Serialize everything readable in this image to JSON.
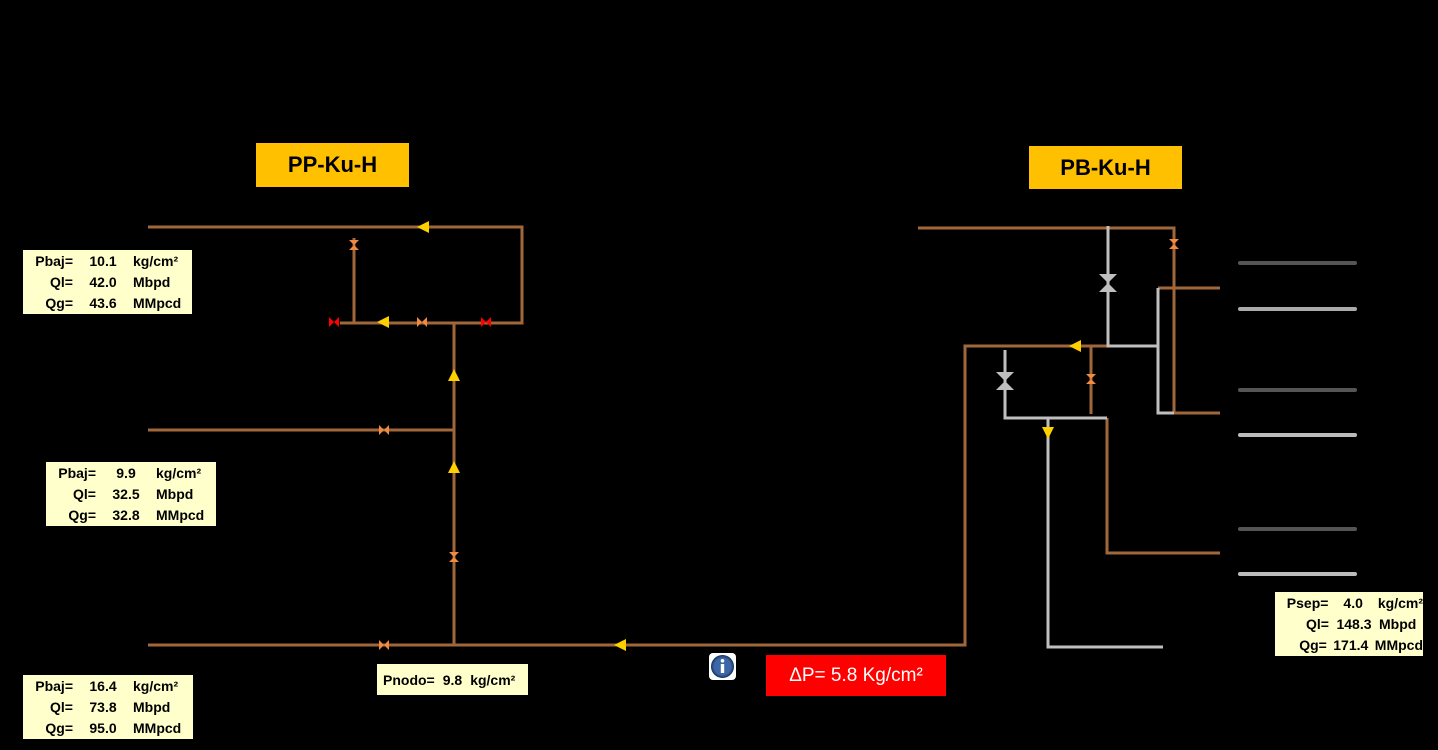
{
  "platforms": {
    "pp": "PP-Ku-H",
    "pb": "PB-Ku-H"
  },
  "wells": [
    {
      "pbaj_label": "Pbaj=",
      "pbaj": "10.1",
      "pbaj_unit": "kg/cm²",
      "ql_label": "Ql=",
      "ql": "42.0",
      "ql_unit": "Mbpd",
      "qg_label": "Qg=",
      "qg": "43.6",
      "qg_unit": "MMpcd"
    },
    {
      "pbaj_label": "Pbaj=",
      "pbaj": "9.9",
      "pbaj_unit": "kg/cm²",
      "ql_label": "Ql=",
      "ql": "32.5",
      "ql_unit": "Mbpd",
      "qg_label": "Qg=",
      "qg": "32.8",
      "qg_unit": "MMpcd"
    },
    {
      "pbaj_label": "Pbaj=",
      "pbaj": "16.4",
      "pbaj_unit": "kg/cm²",
      "ql_label": "Ql=",
      "ql": "73.8",
      "ql_unit": "Mbpd",
      "qg_label": "Qg=",
      "qg": "95.0",
      "qg_unit": "MMpcd"
    }
  ],
  "separator": {
    "psep_label": "Psep=",
    "psep": "4.0",
    "psep_unit": "kg/cm²",
    "ql_label": "Ql=",
    "ql": "148.3",
    "ql_unit": "Mbpd",
    "qg_label": "Qg=",
    "qg": "171.4",
    "qg_unit": "MMpcd"
  },
  "pnodo": {
    "label": "Pnodo=",
    "value": "9.8",
    "unit": "kg/cm²"
  },
  "delta_p": "ΔP= 5.8 Kg/cm²",
  "icons": {
    "info": "info-icon",
    "valve": "valve-icon",
    "flow_arrow": "flow-arrow-icon"
  },
  "colors": {
    "pipe": "#A0683A",
    "gray_pipe": "#BFBFBF",
    "platform_label": "#FFC000",
    "info_box": "#FFFFCC",
    "valve_orange": "#F08A40",
    "valve_red": "#FF0000",
    "valve_gray": "#BFBFBF",
    "flow_arrow": "#FFD000",
    "delta_p_box": "#FF0000"
  }
}
